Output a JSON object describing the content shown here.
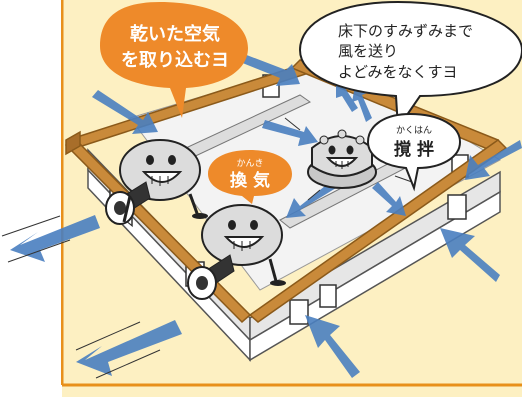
{
  "colors": {
    "background": "#fdf0c2",
    "frame_border": "#e8901a",
    "wood": "#c98a3a",
    "wood_dark": "#8b5a1a",
    "foundation": "#eeeeee",
    "floor": "#f5f5f5",
    "arrow_blue": "#4a7fc0",
    "callout_orange": "#ee8a2a",
    "fan_body": "#dcdcdc"
  },
  "callouts": {
    "dry_air": {
      "line1": "乾いた空気",
      "line2": "を取り込むヨ"
    },
    "corners": {
      "line1": "床下のすみずみまで",
      "line2": "風を送り",
      "line3": "よどみをなくすヨ"
    },
    "stir": {
      "ruby": "かくはん",
      "text": "撹 拌"
    },
    "vent": {
      "ruby": "かんき",
      "text": "換 気"
    }
  },
  "icons": {
    "vent_fan_left": "smiling-vent-fan-icon",
    "vent_fan_center": "smiling-vent-fan-icon",
    "stir_fan": "smiling-stirring-fan-icon"
  }
}
